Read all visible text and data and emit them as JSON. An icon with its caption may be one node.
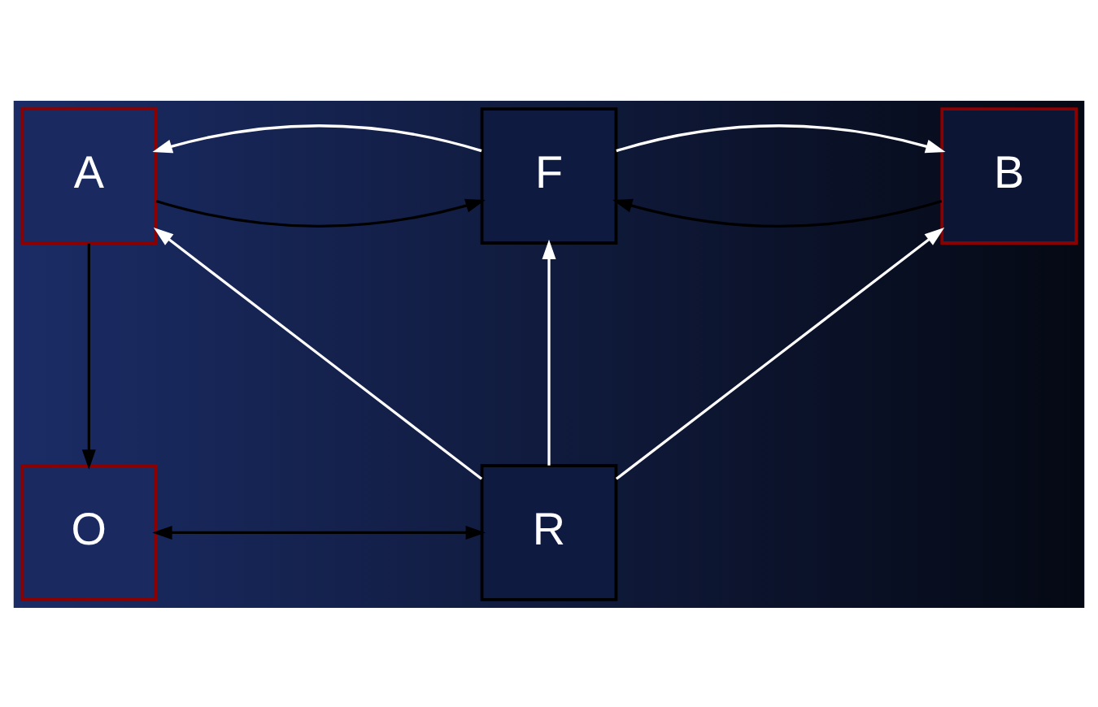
{
  "diagram": {
    "nodes": [
      {
        "text": [
          "A"
        ]
      },
      {
        "text": [
          "F"
        ]
      },
      {
        "text": [
          "B"
        ]
      },
      {
        "text": [
          "O"
        ]
      },
      {
        "text": [
          "R"
        ]
      }
    ],
    "edges": [
      {
        "from": 0,
        "to": 1,
        "arrow": "to",
        "color": "#000000"
      },
      {
        "from": 1,
        "to": 0,
        "arrow": "to"
      },
      {
        "from": 2,
        "to": 1,
        "arrow": "to",
        "color": "#000000"
      },
      {
        "from": 1,
        "to": 2,
        "arrow": "to"
      },
      {
        "from": 0,
        "to": 3,
        "arrow": "to",
        "color": "#000000"
      },
      {
        "from": 3,
        "to": 4,
        "arrow": "both",
        "color": "#000000"
      },
      {
        "from": 4,
        "to": 0,
        "arrow": "to"
      },
      {
        "from": 4,
        "to": 1,
        "arrow": "to"
      },
      {
        "from": 4,
        "to": 2,
        "arrow": "to"
      }
    ]
  }
}
